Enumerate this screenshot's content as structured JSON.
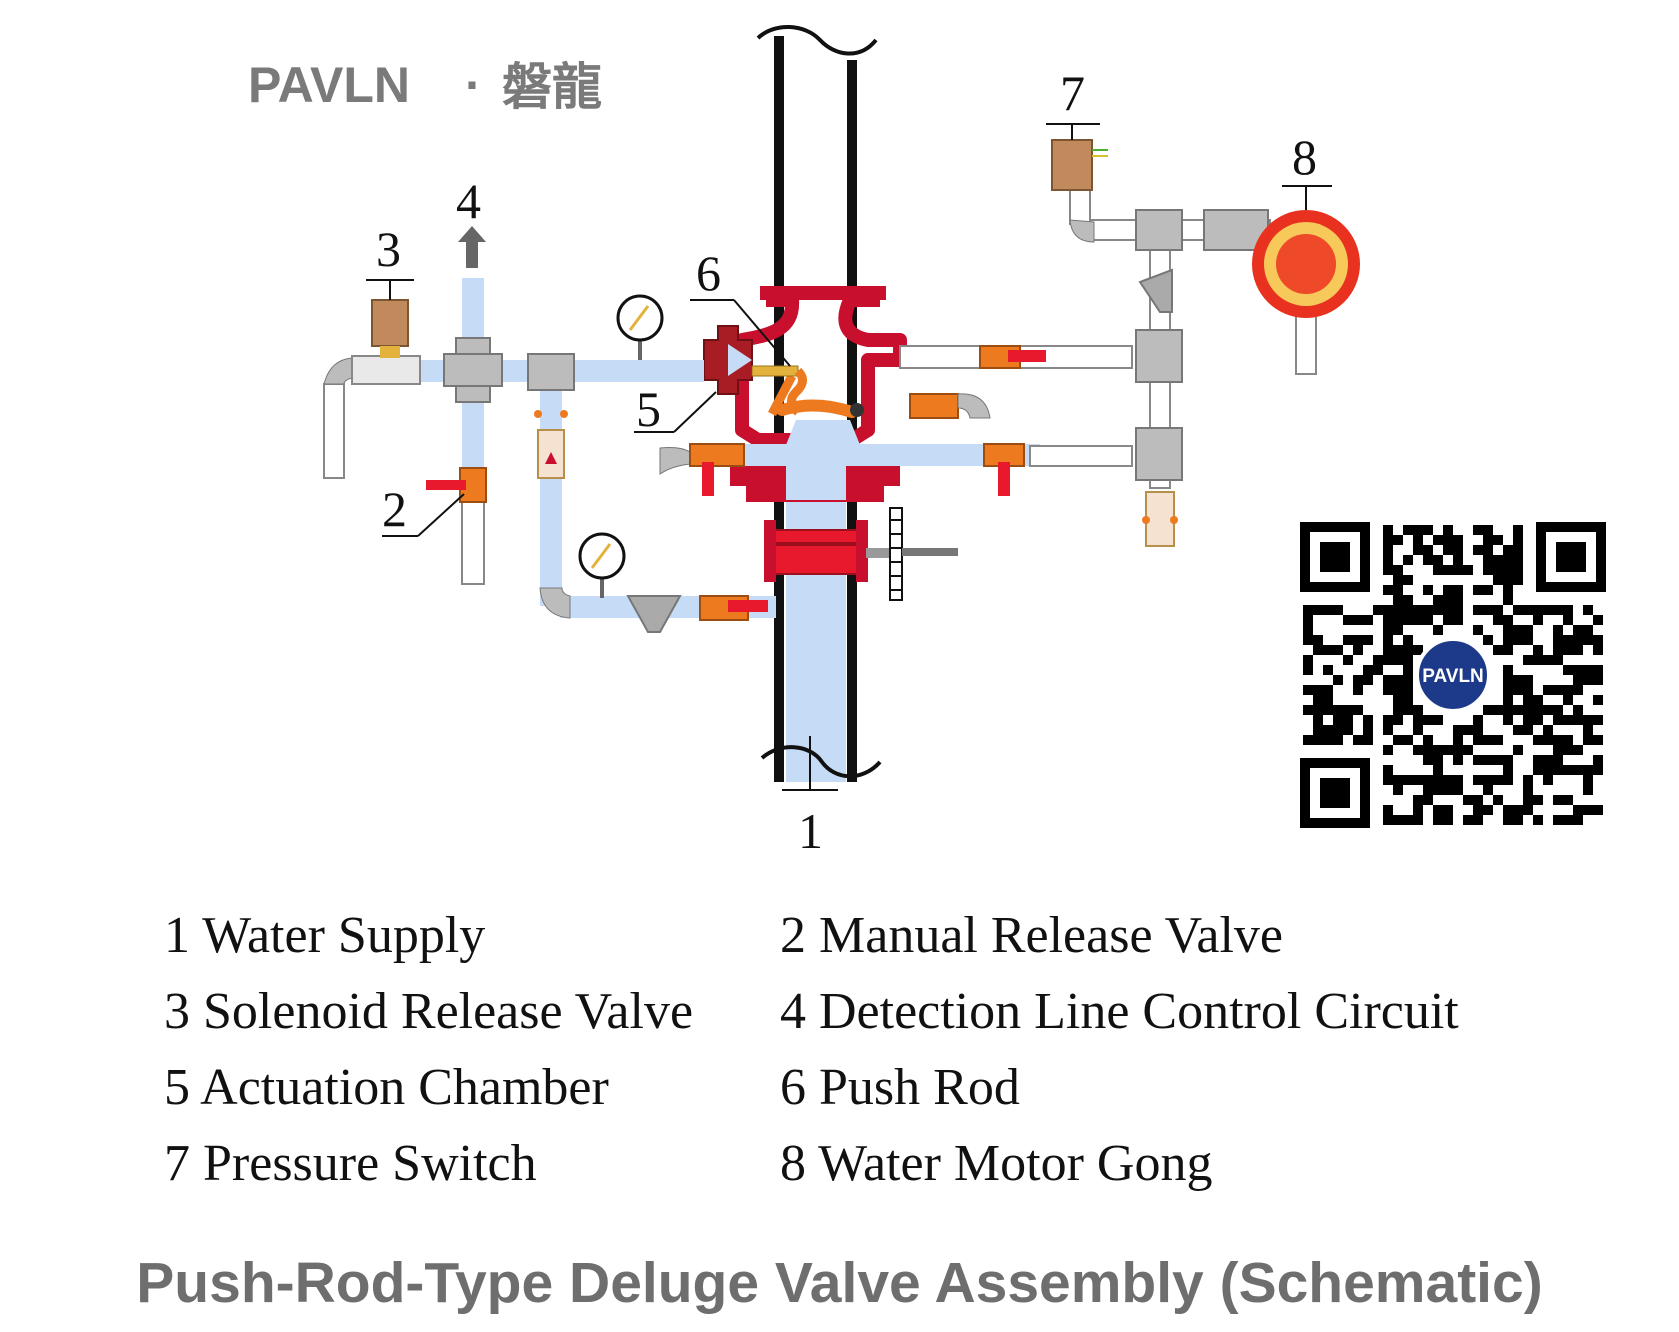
{
  "brand": {
    "latin": "PAVLN",
    "separator": "·",
    "chinese": "磐龍",
    "qr_logo": "PAVLN"
  },
  "callouts": [
    "1",
    "2",
    "3",
    "4",
    "5",
    "6",
    "7",
    "8"
  ],
  "legend": [
    {
      "num": "1",
      "label": "Water Supply"
    },
    {
      "num": "2",
      "label": "Manual Release Valve"
    },
    {
      "num": "3",
      "label": "Solenoid Release Valve"
    },
    {
      "num": "4",
      "label": "Detection Line Control Circuit"
    },
    {
      "num": "5",
      "label": "Actuation Chamber"
    },
    {
      "num": "6",
      "label": "Push Rod"
    },
    {
      "num": "7",
      "label": "Pressure Switch"
    },
    {
      "num": "8",
      "label": "Water Motor Gong"
    }
  ],
  "title": "Push-Rod-Type Deluge Valve Assembly (Schematic)",
  "colors": {
    "water": "#c6dcf6",
    "valve_body": "#c8102e",
    "handle_red": "#e8192c",
    "fitting_orange": "#ee7a1f",
    "pipe_grey": "#bcbcbc",
    "brand_grey": "#7a7a7a",
    "qr_badge": "#1d3a8a"
  }
}
